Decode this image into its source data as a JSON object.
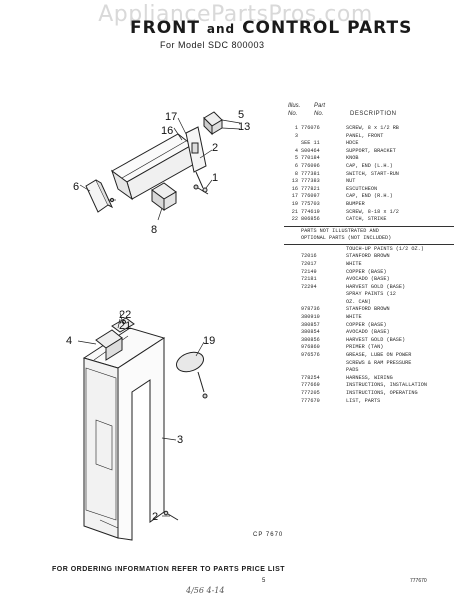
{
  "watermark": "AppliancePartsPros.com",
  "header": {
    "title_front": "FRONT",
    "title_and": "and",
    "title_rest": "CONTROL PARTS",
    "subtitle": "For Model SDC 800003"
  },
  "callouts": {
    "c1": "1",
    "c2": "2",
    "c3": "3",
    "c4": "4",
    "c5": "5",
    "c6": "6",
    "c8": "8",
    "c13": "13",
    "c16": "16",
    "c17": "17",
    "c19": "19",
    "c21": "21",
    "c22": "22",
    "c2b": "2"
  },
  "table": {
    "head_illus": "Illus.",
    "head_part": "Part",
    "head_no1": "No.",
    "head_no2": "No.",
    "head_desc": "DESCRIPTION",
    "rows": [
      {
        "illus": "1",
        "part": "776076",
        "desc": "SCREW, 8 x 1/2 RB"
      },
      {
        "illus": "3",
        "part": "",
        "desc": "PANEL, FRONT"
      },
      {
        "illus": "",
        "part": "SEE 11",
        "desc": "HDCE"
      },
      {
        "illus": "4",
        "part": "S00464",
        "desc": "SUPPORT, BRACKET"
      },
      {
        "illus": "5",
        "part": "770184",
        "desc": "KNOB"
      },
      {
        "illus": "6",
        "part": "776096",
        "desc": "CAP, END (L.H.)"
      },
      {
        "illus": "8",
        "part": "777381",
        "desc": "SWITCH, START-RUN"
      },
      {
        "illus": "13",
        "part": "777383",
        "desc": "NUT"
      },
      {
        "illus": "16",
        "part": "777821",
        "desc": "ESCUTCHEON"
      },
      {
        "illus": "17",
        "part": "776097",
        "desc": "CAP, END (R.H.)"
      },
      {
        "illus": "19",
        "part": "775703",
        "desc": "BUMPER"
      },
      {
        "illus": "21",
        "part": "774619",
        "desc": "SCREW, 8-18 x 1/2"
      },
      {
        "illus": "22",
        "part": "806856",
        "desc": "CATCH, STRIKE"
      }
    ],
    "note1": "PARTS NOT ILLUSTRATED AND",
    "note2": "OPTIONAL PARTS (NOT INCLUDED)",
    "opt_rows": [
      {
        "part": "",
        "desc": "TOUCH-UP PAINTS (1/2 OZ.)"
      },
      {
        "part": "72016",
        "desc": "STANFORD BROWN"
      },
      {
        "part": "72017",
        "desc": "WHITE"
      },
      {
        "part": "72149",
        "desc": "COPPER (BASE)"
      },
      {
        "part": "72181",
        "desc": "AVOCADO (BASE)"
      },
      {
        "part": "72294",
        "desc": "HARVEST GOLD (BASE)"
      },
      {
        "part": "",
        "desc": "SPRAY PAINTS (12"
      },
      {
        "part": "",
        "desc": "OZ. CAN)"
      },
      {
        "part": "978736",
        "desc": "STANFORD BROWN"
      },
      {
        "part": "380910",
        "desc": "WHITE"
      },
      {
        "part": "380857",
        "desc": "COPPER (BASE)"
      },
      {
        "part": "380854",
        "desc": "AVOCADO (BASE)"
      },
      {
        "part": "380856",
        "desc": "HARVEST GOLD (BASE)"
      },
      {
        "part": "976860",
        "desc": "PRIMER (TAN)"
      },
      {
        "part": "976576",
        "desc": "GREASE, LUBE ON POWER"
      },
      {
        "part": "",
        "desc": "SCREWS & RAM PRESSURE"
      },
      {
        "part": "",
        "desc": "PADS"
      },
      {
        "part": "778254",
        "desc": "HARNESS, WIRING"
      },
      {
        "part": "777669",
        "desc": "INSTRUCTIONS, INSTALLATION"
      },
      {
        "part": "777205",
        "desc": "INSTRUCTIONS, OPERATING"
      },
      {
        "part": "777670",
        "desc": "LIST, PARTS"
      }
    ]
  },
  "cp_label": "CP 7670",
  "footer": "FOR ORDERING INFORMATION REFER TO PARTS PRICE LIST",
  "page_number": "5",
  "ref_number": "777670",
  "hand_note": "4/56 4-14"
}
